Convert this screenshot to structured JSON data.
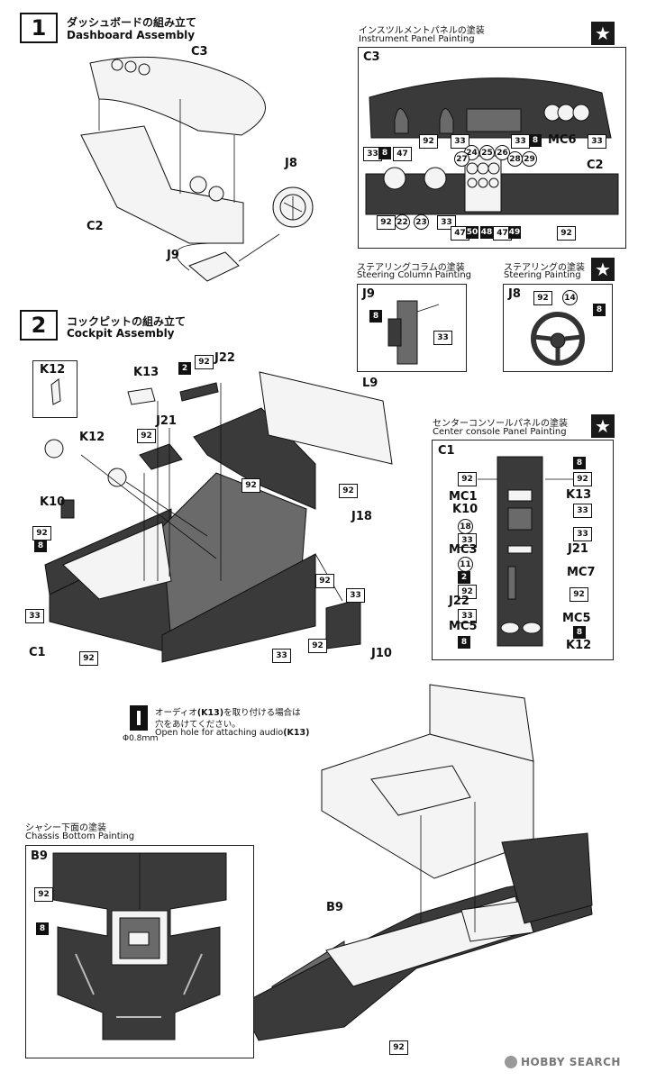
{
  "step1": {
    "number": "1",
    "title_jp": "ダッシュボードの組み立て",
    "title_en": "Dashboard Assembly",
    "parts": {
      "c3": "C3",
      "j8": "J8",
      "c2": "C2",
      "j9": "J9"
    }
  },
  "step2": {
    "number": "2",
    "title_jp": "コックピットの組み立て",
    "title_en": "Cockpit Assembly",
    "parts": {
      "k12_box": "K12",
      "k13": "K13",
      "j22": "J22",
      "l9": "L9",
      "j21": "J21",
      "k12": "K12",
      "k10": "K10",
      "j18": "J18",
      "c1": "C1",
      "j10": "J10",
      "b9": "B9",
      "c1_lower": "C1"
    },
    "note_jp_pre": "オーディオ",
    "note_jp_part": "(K13)",
    "note_jp_post": "を取り付ける場合は",
    "note_jp2": "穴をあけてください。",
    "note_en_pre": "Open hole for attaching audio",
    "note_en_part": "(K13)",
    "drill": "Φ0.8ｍｍ",
    "drill_icon": "drill-bit-icon"
  },
  "instrument_panel": {
    "title_jp": "インスツルメントパネルの塗装",
    "title_en": "Instrument Panel Painting",
    "c3": "C3",
    "c2": "C2",
    "mc6": "MC6",
    "star": "★"
  },
  "steering_column": {
    "title_jp": "ステアリングコラムの塗装",
    "title_en": "Steering Column Painting",
    "part": "J9"
  },
  "steering": {
    "title_jp": "ステアリングの塗装",
    "title_en": "Steering Painting",
    "part": "J8",
    "star": "★"
  },
  "center_console": {
    "title_jp": "センターコンソールパネルの塗装",
    "title_en": "Center console Panel Painting",
    "part": "C1",
    "star": "★",
    "labels": {
      "mc1": "MC1",
      "k10": "K10",
      "mc3": "MC3",
      "k13": "K13",
      "j21": "J21",
      "mc7": "MC7",
      "j22": "J22",
      "mc5_left": "MC5",
      "mc5_right": "MC5",
      "k12": "K12"
    }
  },
  "chassis": {
    "title_jp": "シャシー下面の塗装",
    "title_en": "Chassis Bottom Painting",
    "part": "B9"
  },
  "colors": {
    "c8": "8",
    "c92": "92",
    "c33": "33",
    "c47": "47",
    "c2": "2",
    "c22": "22",
    "c23": "23",
    "c24": "24",
    "c25": "25",
    "c26": "26",
    "c27": "27",
    "c28": "28",
    "c29": "29",
    "c50": "50",
    "c48": "48",
    "c49": "49",
    "c14": "14",
    "c18": "18",
    "c11": "11"
  },
  "watermark": {
    "icon": "hobby-search-logo-icon",
    "text": "HOBBY SEARCH"
  }
}
